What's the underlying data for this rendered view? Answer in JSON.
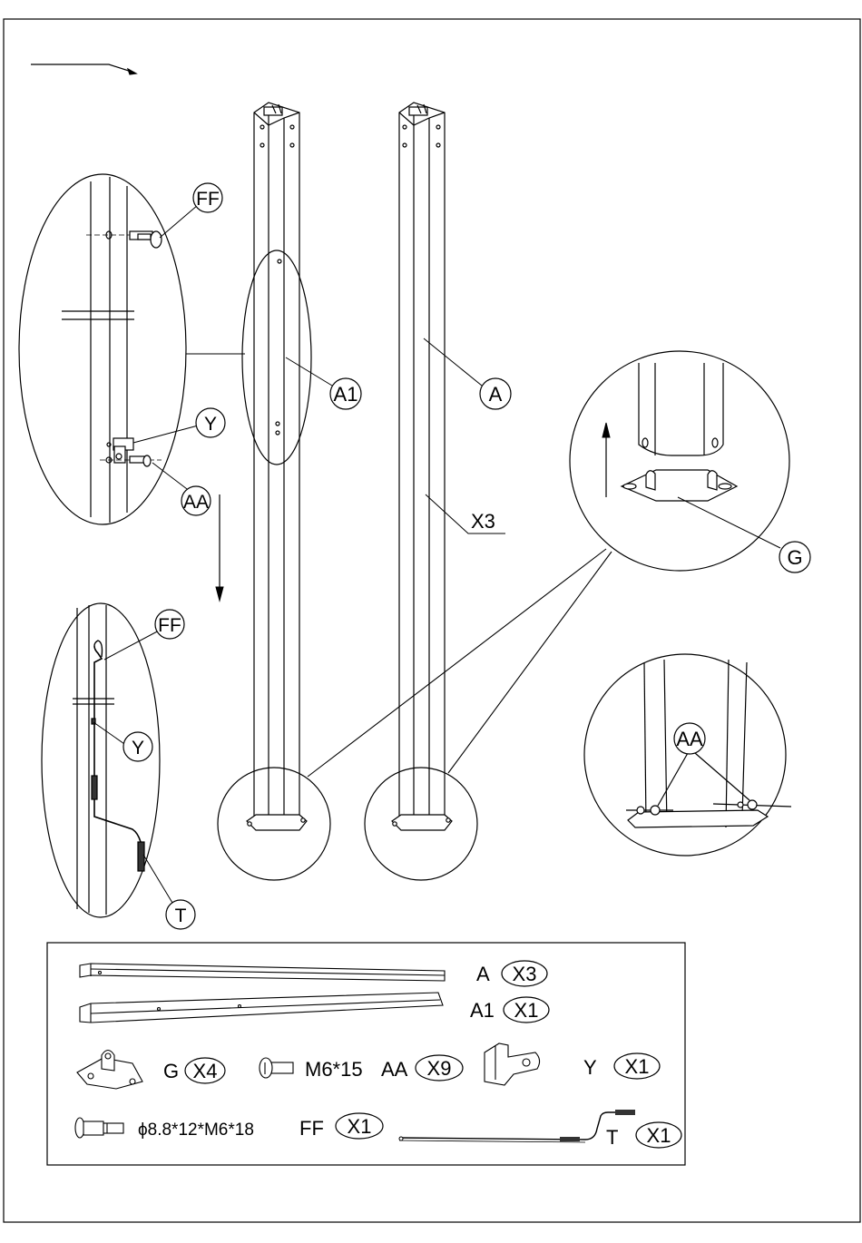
{
  "labels": {
    "ff": "FF",
    "y": "Y",
    "aa": "AA",
    "a1": "A1",
    "a": "A",
    "x3": "X3",
    "g": "G",
    "t": "T"
  },
  "parts_list": {
    "a": {
      "letter": "A",
      "qty": "X3"
    },
    "a1": {
      "letter": "A1",
      "qty": "X1"
    },
    "g": {
      "letter": "G",
      "qty": "X4"
    },
    "aa": {
      "letter": "AA",
      "qty": "X9",
      "spec": "M6*15"
    },
    "y": {
      "letter": "Y",
      "qty": "X1"
    },
    "ff": {
      "letter": "FF",
      "qty": "X1",
      "spec": "ϕ8.8*12*M6*18"
    },
    "t": {
      "letter": "T",
      "qty": "X1"
    }
  },
  "colors": {
    "ink": "#000000",
    "paper": "#ffffff",
    "dark_fill": "#333333"
  }
}
